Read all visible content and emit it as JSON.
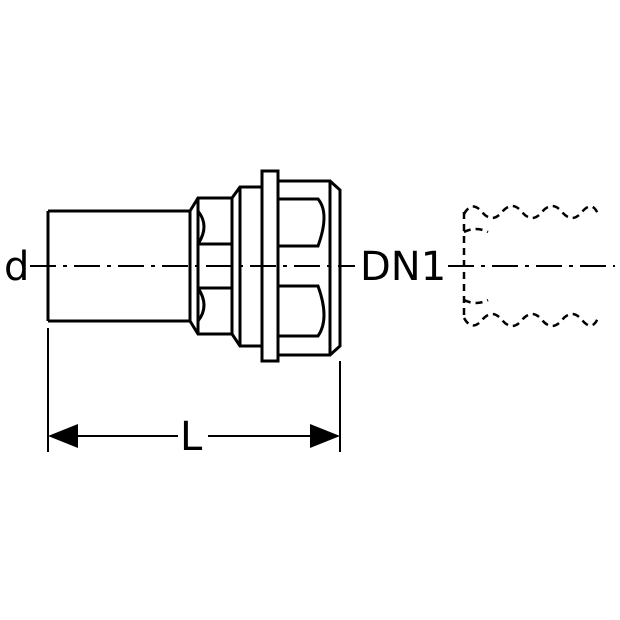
{
  "labels": {
    "d": "d",
    "dn1": "DN1",
    "l": "L"
  },
  "colors": {
    "line": "#000000",
    "background": "#ffffff"
  }
}
